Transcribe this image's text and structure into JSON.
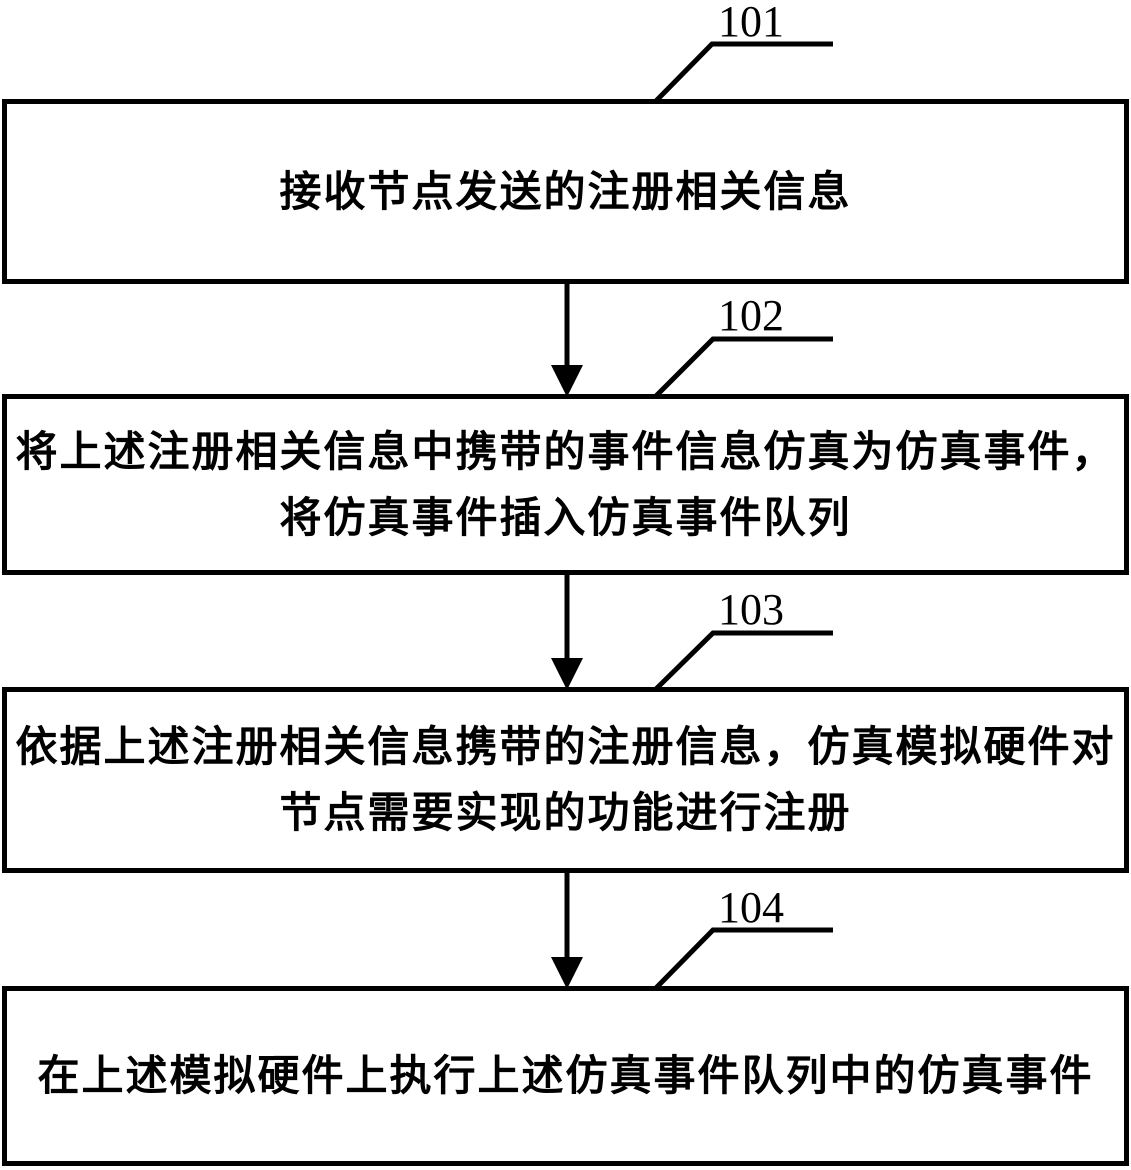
{
  "steps": [
    {
      "id": "101",
      "text": "接收节点发送的注册相关信息"
    },
    {
      "id": "102",
      "text": "将上述注册相关信息中携带的事件信息仿真为仿真事件，将仿真事件插入仿真事件队列"
    },
    {
      "id": "103",
      "text": "依据上述注册相关信息携带的注册信息，仿真模拟硬件对节点需要实现的功能进行注册"
    },
    {
      "id": "104",
      "text": "在上述模拟硬件上执行上述仿真事件队列中的仿真事件"
    }
  ],
  "colors": {
    "stroke": "#000000",
    "background": "#ffffff"
  }
}
